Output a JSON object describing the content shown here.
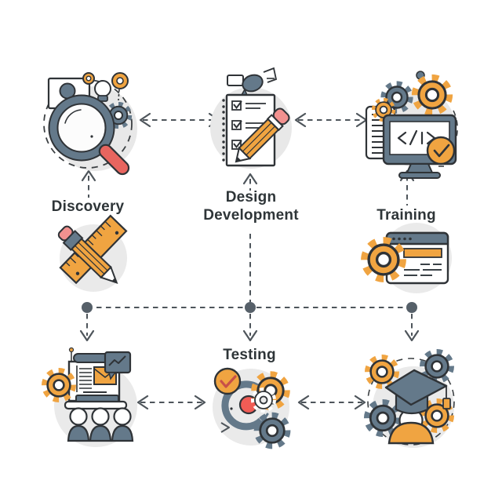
{
  "diagram": {
    "type": "process-flow-infographic",
    "background": "#ffffff",
    "steps": [
      {
        "id": "discovery",
        "label": "Discovery",
        "icon": "magnifier-research-icon",
        "position": "top-left"
      },
      {
        "id": "design-development",
        "label": "Design Development",
        "icon": "checklist-pencil-icon",
        "position": "top-center"
      },
      {
        "id": "training",
        "label": "Training",
        "icon": "computer-code-gears-icon",
        "position": "top-right"
      },
      {
        "id": "testing",
        "label": "Testing",
        "icon": "gears-cycle-check-icon",
        "position": "bottom-center"
      }
    ],
    "decorative_icons": [
      {
        "id": "ruler-pencil",
        "position": "below-discovery-label"
      },
      {
        "id": "browser-gear",
        "position": "below-training-label"
      },
      {
        "id": "presentation-audience",
        "position": "bottom-left"
      },
      {
        "id": "graduation-cap-gears",
        "position": "bottom-right"
      }
    ],
    "connectors": [
      {
        "type": "double-headed-dashed-arrow",
        "between": [
          "discovery",
          "design-development"
        ]
      },
      {
        "type": "double-headed-dashed-arrow",
        "between": [
          "design-development",
          "training"
        ]
      },
      {
        "type": "dashed-arrow-up",
        "to": "discovery"
      },
      {
        "type": "dashed-arrow-up",
        "to": "design-development"
      },
      {
        "type": "dashed-arrow-up",
        "to": "training"
      },
      {
        "type": "dashed-bus-line",
        "dots": 3
      },
      {
        "type": "dashed-arrow-down",
        "to": "presentation-audience"
      },
      {
        "type": "dashed-arrow-down",
        "to": "testing"
      },
      {
        "type": "dashed-arrow-down",
        "to": "graduation-cap-gears"
      },
      {
        "type": "double-headed-dashed-arrow",
        "between": [
          "presentation-audience",
          "testing"
        ]
      },
      {
        "type": "double-headed-dashed-arrow",
        "between": [
          "testing",
          "graduation-cap-gears"
        ]
      }
    ],
    "colors": {
      "accent_orange": "#f0a441",
      "accent_red": "#e8655f",
      "accent_pink": "#f2918f",
      "slate": "#64798a",
      "icon_circle_bg": "#e9e9e9",
      "connector": "#4e555b",
      "label_text": "#2e3538",
      "outline": "#2f3337"
    }
  }
}
